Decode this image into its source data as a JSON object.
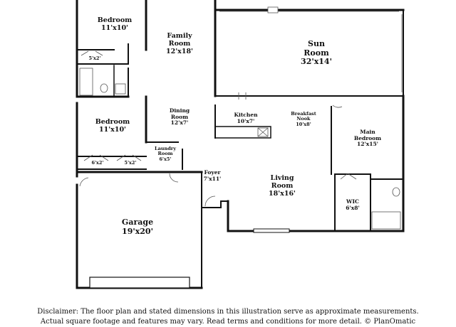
{
  "rooms": {
    "bedroom_top": {
      "name": "Bedroom",
      "dim": "11'x10'"
    },
    "family_room": {
      "name": "Family Room",
      "name_line1": "Family",
      "name_line2": "Room",
      "dim": "12'x18'"
    },
    "sun_room": {
      "name_line1": "Sun",
      "name_line2": "Room",
      "dim": "32'x14'"
    },
    "closet_top": {
      "dim": "5'x2'"
    },
    "bedroom_mid": {
      "name": "Bedroom",
      "dim": "11'x10'"
    },
    "dining_room": {
      "name_line1": "Dining",
      "name_line2": "Room",
      "dim": "12'x7'"
    },
    "kitchen": {
      "name": "Kitchen",
      "dim": "10'x7'"
    },
    "breakfast_nook": {
      "name_line1": "Breakfast",
      "name_line2": "Nook",
      "dim": "10'x8'"
    },
    "main_bedroom": {
      "name_line1": "Main",
      "name_line2": "Bedroom",
      "dim": "12'x15'"
    },
    "laundry_room": {
      "name_line1": "Laundry",
      "name_line2": "Room",
      "dim": "6'x5'"
    },
    "closet_left": {
      "dim": "6'x2'"
    },
    "closet_right": {
      "dim": "5'x2'"
    },
    "foyer": {
      "name": "Foyer",
      "dim": "7'x11'"
    },
    "living_room": {
      "name_line1": "Living",
      "name_line2": "Room",
      "dim": "18'x16'"
    },
    "wic": {
      "name": "WIC",
      "dim": "6'x8'"
    },
    "garage": {
      "name": "Garage",
      "dim": "19'x20'"
    }
  },
  "disclaimer": {
    "line1": "Disclaimer: The floor plan and stated dimensions in this illustration serve as approximate measurements.",
    "line2": "Actual square footage and features may vary. Read terms and conditions for more detail. © PlanOmatic"
  },
  "colors": {
    "wall": "#111111",
    "fixture": "#555555"
  }
}
